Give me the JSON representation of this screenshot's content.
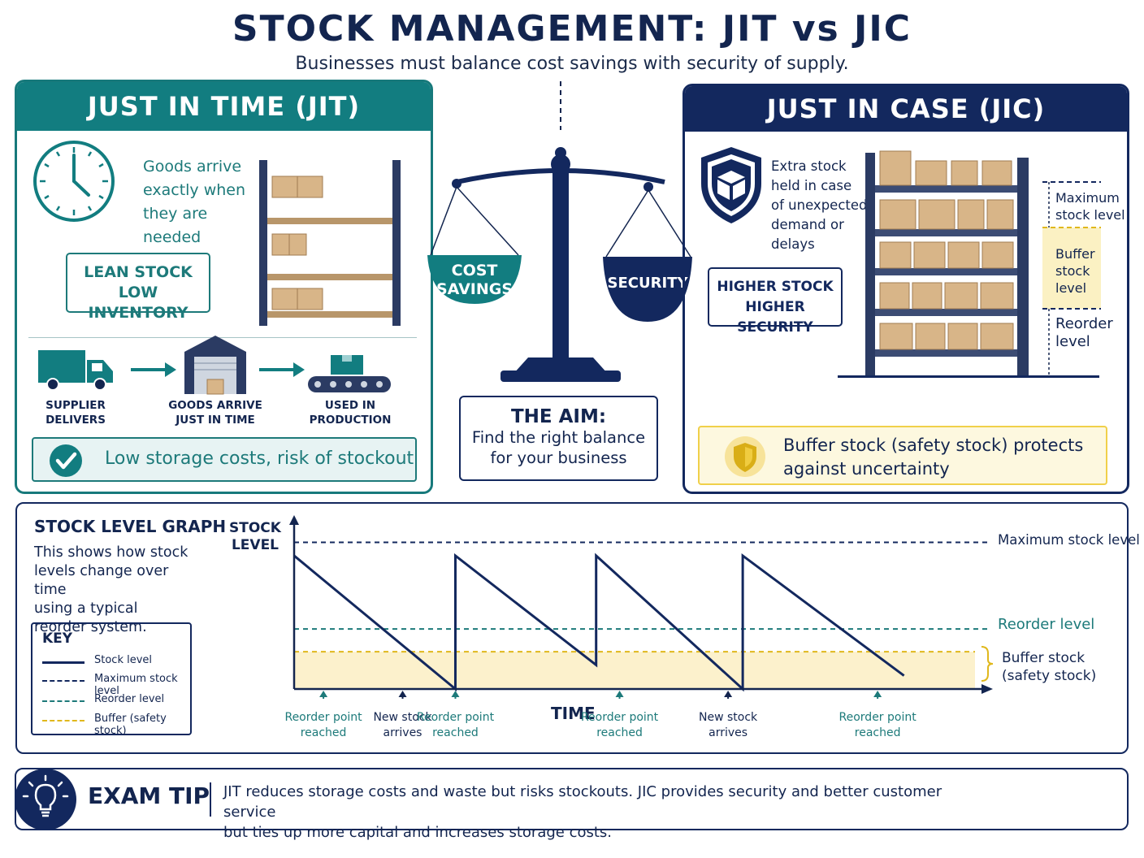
{
  "header": {
    "title": "STOCK MANAGEMENT: JIT vs JIC",
    "subtitle": "Businesses must balance cost savings with security of supply."
  },
  "jit": {
    "heading": "JUST IN TIME (JIT)",
    "description": [
      "Goods arrive",
      "exactly when",
      "they are needed"
    ],
    "box_lines": [
      "LEAN STOCK",
      "LOW INVENTORY"
    ],
    "flow": [
      {
        "line1": "SUPPLIER",
        "line2": "DELIVERS"
      },
      {
        "line1": "GOODS ARRIVE",
        "line2": "JUST IN TIME"
      },
      {
        "line1": "USED IN",
        "line2": "PRODUCTION"
      }
    ],
    "summary": "Low storage costs, risk of stockout",
    "color": "#127d80"
  },
  "jic": {
    "heading": "JUST IN CASE (JIC)",
    "description": [
      "Extra stock",
      "held in case",
      "of unexpected",
      "demand or",
      "delays"
    ],
    "box_lines": [
      "HIGHER STOCK",
      "HIGHER SECURITY"
    ],
    "levels": {
      "maximum": [
        "Maximum",
        "stock level"
      ],
      "buffer": [
        "Buffer",
        "stock",
        "level"
      ],
      "reorder": [
        "Reorder",
        "level"
      ]
    },
    "note": [
      "Buffer stock (safety stock) protects",
      "against uncertainty"
    ],
    "color": "#13285e"
  },
  "balance": {
    "left_pan": [
      "COST",
      "SAVINGS"
    ],
    "right_pan": "SECURITY",
    "aim_title": "THE AIM:",
    "aim_text": [
      "Find the right balance",
      "for your business"
    ]
  },
  "graph": {
    "title": "STOCK LEVEL GRAPH",
    "description": [
      "This shows how stock",
      "levels change over time",
      "using a typical",
      "reorder system."
    ],
    "y_axis_label": [
      "STOCK",
      "LEVEL"
    ],
    "x_axis_label": "TIME",
    "key_title": "KEY",
    "key": [
      {
        "label": "Stock level",
        "color": "#13285e",
        "style": "solid"
      },
      {
        "label": "Maximum stock level",
        "color": "#13285e",
        "style": "dashed"
      },
      {
        "label": "Reorder level",
        "color": "#1d7a7a",
        "style": "dashed"
      },
      {
        "label": "Buffer (safety stock)",
        "color": "#e0b81c",
        "style": "dashed"
      }
    ],
    "right_labels": {
      "maximum": "Maximum stock level",
      "reorder": "Reorder level",
      "buffer": [
        "Buffer stock",
        "(safety stock)"
      ]
    },
    "events": [
      {
        "line1": "Reorder  point",
        "line2": "reached",
        "kind": "reorder",
        "t": 1.0
      },
      {
        "line1": "New stock",
        "line2": "arrives",
        "kind": "arrival",
        "t": 3.7
      },
      {
        "line1": "Reorder point",
        "line2": "reached",
        "kind": "reorder",
        "t": 5.5
      },
      {
        "line1": "Reorder point",
        "line2": "reached",
        "kind": "reorder",
        "t": 11.1
      },
      {
        "line1": "New stock",
        "line2": "arrives",
        "kind": "arrival",
        "t": 14.8
      },
      {
        "line1": "Reorder point",
        "line2": "reached",
        "kind": "reorder",
        "t": 19.9
      }
    ]
  },
  "chart_data": {
    "type": "line",
    "title": "STOCK LEVEL GRAPH",
    "xlabel": "TIME",
    "ylabel": "STOCK LEVEL",
    "series": [
      {
        "name": "Stock level",
        "x": [
          0,
          5.5,
          5.5,
          10.3,
          10.3,
          15.3,
          15.3,
          20.8
        ],
        "y": [
          100,
          0,
          100,
          18,
          100,
          0,
          100,
          10
        ]
      }
    ],
    "reference_lines": [
      {
        "name": "Maximum stock level",
        "y": 110
      },
      {
        "name": "Reorder level",
        "y": 45
      },
      {
        "name": "Buffer (safety stock)",
        "y": 28
      }
    ],
    "xlim": [
      0,
      23
    ],
    "ylim": [
      0,
      128
    ]
  },
  "exam_tip": {
    "title": "EXAM TIP",
    "text": [
      "JIT reduces storage costs and waste but risks stockouts. JIC provides security and better customer service",
      "but ties up more capital and increases storage costs."
    ]
  }
}
